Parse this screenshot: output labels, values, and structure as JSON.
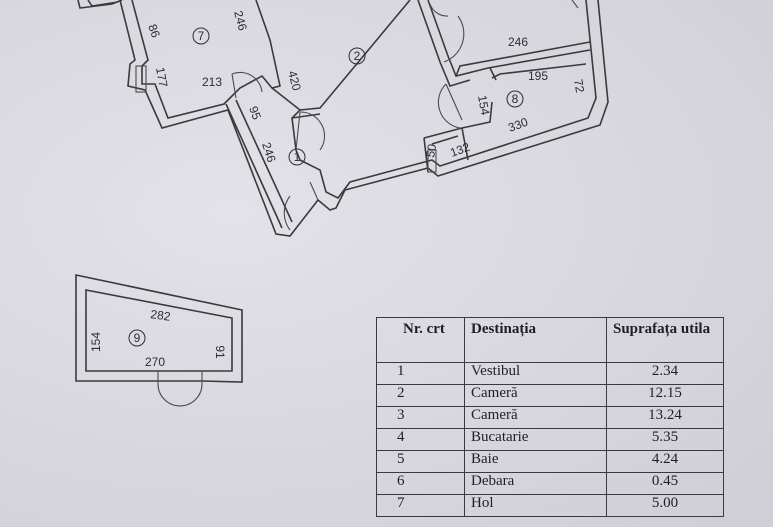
{
  "plan": {
    "room_markers": [
      "7",
      "2",
      "1",
      "8",
      "9"
    ],
    "dimensions": [
      "86",
      "246",
      "177",
      "213",
      "95",
      "420",
      "246",
      "246",
      "195",
      "72",
      "154",
      "330",
      "132",
      "50",
      "282",
      "154",
      "270",
      "91"
    ]
  },
  "table": {
    "headers": {
      "nr": "Nr. crt",
      "destinatia": "Destinația",
      "suprafata": "Suprafața utila"
    },
    "rows": [
      {
        "nr": "1",
        "destinatia": "Vestibul",
        "suprafata": "2.34"
      },
      {
        "nr": "2",
        "destinatia": "Cameră",
        "suprafata": "12.15"
      },
      {
        "nr": "3",
        "destinatia": "Cameră",
        "suprafata": "13.24"
      },
      {
        "nr": "4",
        "destinatia": "Bucatarie",
        "suprafata": "5.35"
      },
      {
        "nr": "5",
        "destinatia": "Baie",
        "suprafata": "4.24"
      },
      {
        "nr": "6",
        "destinatia": "Debara",
        "suprafata": "0.45"
      },
      {
        "nr": "7",
        "destinatia": "Hol",
        "suprafata": "5.00"
      }
    ]
  }
}
